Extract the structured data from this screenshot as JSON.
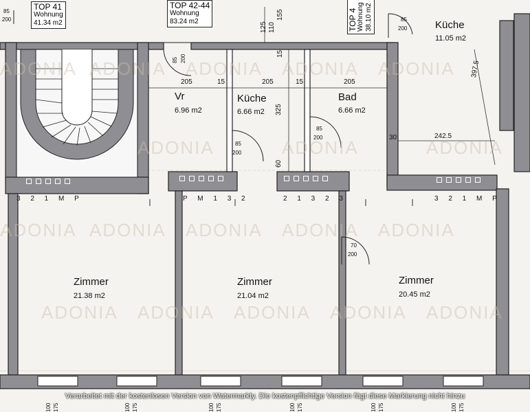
{
  "units": [
    {
      "id": "TOP 41",
      "type": "Wohnung",
      "area": "41.34 m2"
    },
    {
      "id": "TOP 42-44",
      "type": "Wohnung",
      "area": "83.24 m2"
    },
    {
      "id": "TOP 4",
      "type": "Wohnung",
      "area": "38.10 m2"
    }
  ],
  "rooms": [
    {
      "name": "Vr",
      "area": "6.96 m2"
    },
    {
      "name": "Küche",
      "area": "6.66 m2"
    },
    {
      "name": "Bad",
      "area": "6.66 m2"
    },
    {
      "name": "Küche",
      "area": "11.05 m2"
    },
    {
      "name": "Zimmer",
      "area": "21.38 m2"
    },
    {
      "name": "Zimmer",
      "area": "21.04 m2"
    },
    {
      "name": "Zimmer",
      "area": "20.45 m2"
    }
  ],
  "dimensions": {
    "d205a": "205",
    "d15a": "15",
    "d205b": "205",
    "d15b": "15",
    "d205c": "205",
    "d325": "325",
    "d60": "60",
    "d30": "30",
    "d242": "242.5",
    "d397": "397.5",
    "d125": "125",
    "d110": "110",
    "d155": "155",
    "d15v": "15",
    "door_top_left": "85/200",
    "door_vr": "85/200",
    "door_kuche": "85/200",
    "door_bad": "85/200",
    "door_top4": "85/200",
    "door_zimmer": "70/200",
    "door_top_left_w": "85",
    "door_top_left_h": "200",
    "door_vr_w": "85",
    "door_vr_h": "200",
    "door_bath_w": "85",
    "door_bath_h": "200",
    "door_room_w": "70",
    "door_room_h": "200",
    "door_top4_w": "85",
    "door_top4_h": "200",
    "door_tl_w": "85",
    "door_tl_h": "200",
    "win_a1": "100",
    "win_a2": "175",
    "win_b1": "100",
    "win_b2": "175",
    "win_c1": "100",
    "win_c2": "175",
    "win_d1": "100",
    "win_d2": "175",
    "win_e1": "100",
    "win_e2": "175",
    "win_f1": "100",
    "win_f2": "175"
  },
  "sockets": {
    "left": "3 2 1 M P",
    "mid": "P M 1 3 2",
    "right_mid": "2 1 3 2 3",
    "right": "3 2 1 M P"
  },
  "watermark": "ADONIA",
  "footer_note": "Verarbeitet mit der kostenlosen Version von Watermarkly. Die kostenpflichtige Version fügt diese Markierung nicht hinzu"
}
